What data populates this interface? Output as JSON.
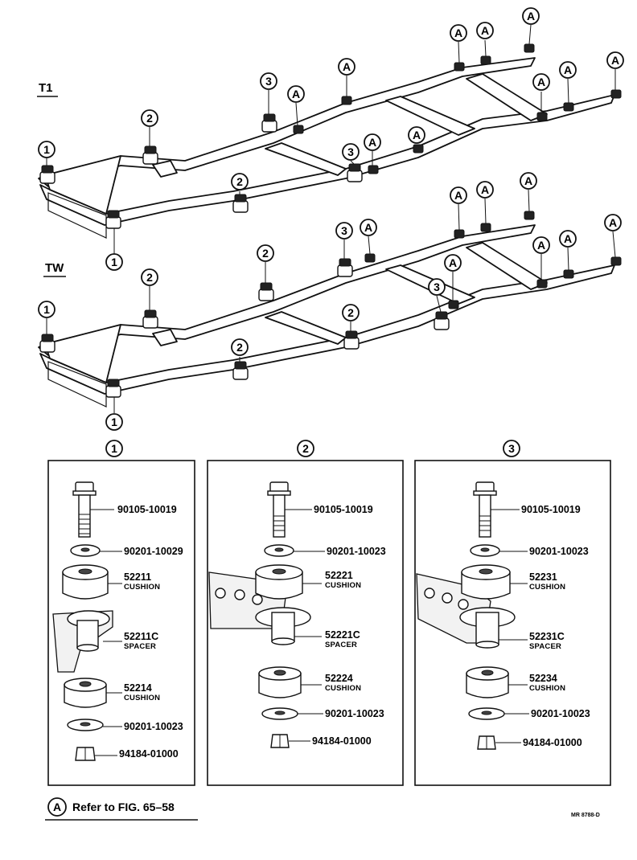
{
  "diagram": {
    "section_labels": {
      "t1": "T1",
      "tw": "TW"
    },
    "callout_symbols": {
      "one": "1",
      "two": "2",
      "three": "3",
      "a": "A"
    },
    "detail_groups": [
      {
        "id": "1",
        "parts": [
          {
            "number": "90105-10019",
            "desc": ""
          },
          {
            "number": "90201-10029",
            "desc": ""
          },
          {
            "number": "52211",
            "desc": "CUSHION"
          },
          {
            "number": "52211C",
            "desc": "SPACER"
          },
          {
            "number": "52214",
            "desc": "CUSHION"
          },
          {
            "number": "90201-10023",
            "desc": ""
          },
          {
            "number": "94184-01000",
            "desc": ""
          }
        ]
      },
      {
        "id": "2",
        "parts": [
          {
            "number": "90105-10019",
            "desc": ""
          },
          {
            "number": "90201-10023",
            "desc": ""
          },
          {
            "number": "52221",
            "desc": "CUSHION"
          },
          {
            "number": "52221C",
            "desc": "SPACER"
          },
          {
            "number": "52224",
            "desc": "CUSHION"
          },
          {
            "number": "90201-10023",
            "desc": ""
          },
          {
            "number": "94184-01000",
            "desc": ""
          }
        ]
      },
      {
        "id": "3",
        "parts": [
          {
            "number": "90105-10019",
            "desc": ""
          },
          {
            "number": "90201-10023",
            "desc": ""
          },
          {
            "number": "52231",
            "desc": "CUSHION"
          },
          {
            "number": "52231C",
            "desc": "SPACER"
          },
          {
            "number": "52234",
            "desc": "CUSHION"
          },
          {
            "number": "90201-10023",
            "desc": ""
          },
          {
            "number": "94184-01000",
            "desc": ""
          }
        ]
      }
    ],
    "footnote": {
      "symbol": "A",
      "text": "Refer to FIG. 65–58"
    },
    "drawing_code": "MR 8788-D"
  }
}
